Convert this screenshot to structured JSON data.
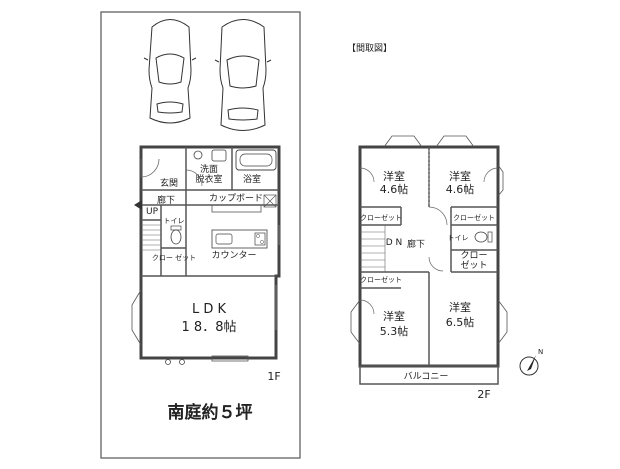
{
  "header": {
    "title": "【間取図】"
  },
  "site": {
    "garden_label": "南庭約５坪"
  },
  "floor1": {
    "label": "1F",
    "rooms": {
      "washroom_1": "洗面",
      "washroom_2": "脱衣室",
      "bath": "浴室",
      "entrance": "玄関",
      "hallway": "廊下",
      "up": "UP",
      "toilet": "トイレ",
      "cupboard": "カップボード",
      "closet": "クロー ゼット",
      "counter": "カウンター",
      "ldk_name": "L D K",
      "ldk_size": "1 8．8帖"
    }
  },
  "floor2": {
    "label": "2F",
    "rooms": {
      "room_nw_name": "洋室",
      "room_nw_size": "4.6帖",
      "room_ne_name": "洋室",
      "room_ne_size": "4.6帖",
      "closet_a": "クローゼット",
      "closet_b": "クローゼット",
      "closet_c": "クローゼット",
      "closet_d_1": "クロー",
      "closet_d_2": "ゼット",
      "dn": "D N",
      "hallway": "廊下",
      "toilet": "トイレ",
      "room_sw_name": "洋室",
      "room_sw_size": "5.3帖",
      "room_se_name": "洋室",
      "room_se_size": "6.5帖",
      "balcony": "バルコニー"
    }
  },
  "compass": {
    "north": "N"
  }
}
